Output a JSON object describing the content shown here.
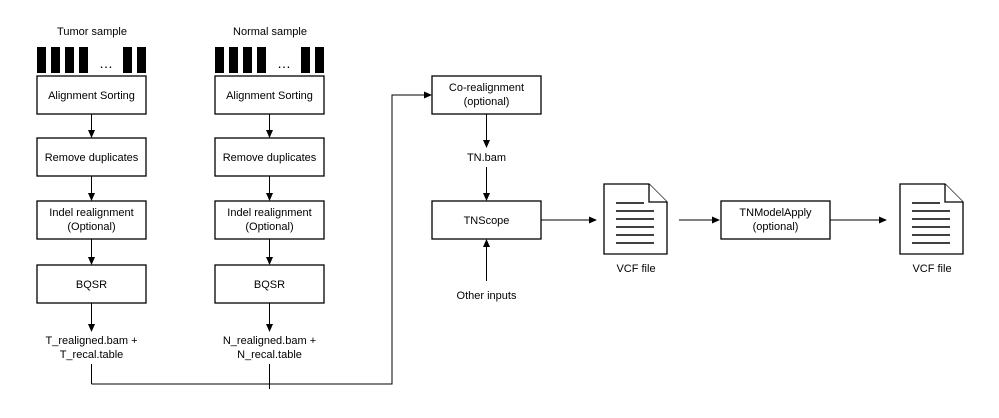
{
  "tumor": {
    "title": "Tumor sample",
    "ellipsis": "…",
    "steps": [
      "Alignment Sorting",
      "Remove duplicates",
      "Indel realignment",
      "BQSR"
    ],
    "indel_sub": "(Optional)",
    "output_line1": "T_realigned.bam +",
    "output_line2": "T_recal.table"
  },
  "normal": {
    "title": "Normal sample",
    "ellipsis": "…",
    "steps": [
      "Alignment Sorting",
      "Remove duplicates",
      "Indel realignment",
      "BQSR"
    ],
    "indel_sub": "(Optional)",
    "output_line1": "N_realigned.bam +",
    "output_line2": "N_recal.table"
  },
  "corealign": {
    "line1": "Co-realignment",
    "line2": "(optional)"
  },
  "tn_bam": "TN.bam",
  "tnscope": "TNScope",
  "other_inputs": "Other inputs",
  "vcf1": {
    "label": "VCF file",
    "icon": "document-icon"
  },
  "modelapply": {
    "line1": "TNModelApply",
    "line2": "(optional)"
  },
  "vcf2": {
    "label": "VCF file",
    "icon": "document-icon"
  }
}
